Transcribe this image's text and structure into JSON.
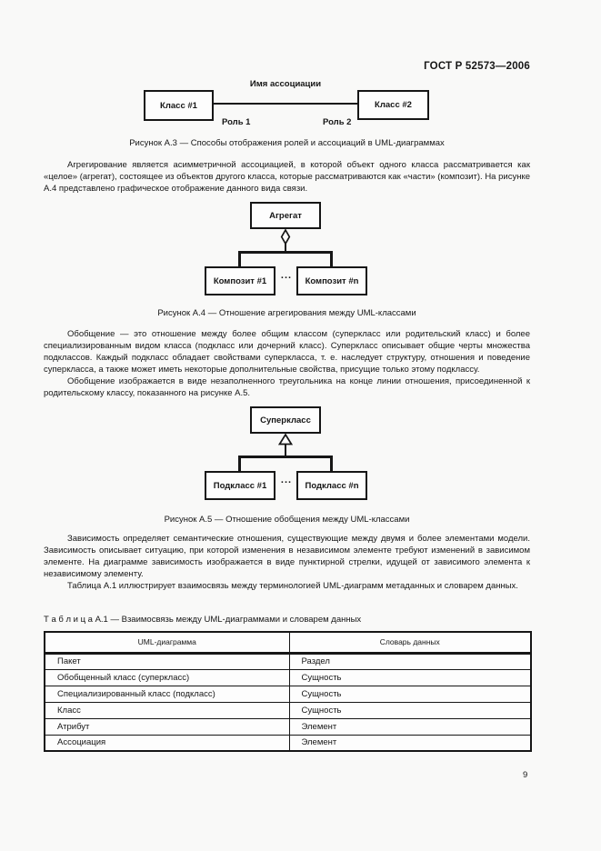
{
  "page": {
    "header": "ГОСТ Р 52573—2006",
    "page_number": "9"
  },
  "figures": {
    "a3": {
      "class1": "Класс #1",
      "class2": "Класс #2",
      "association_name": "Имя ассоциации",
      "role1": "Роль 1",
      "role2": "Роль 2",
      "caption": "Рисунок А.3 — Способы отображения ролей и ассоциаций в UML-диаграммах"
    },
    "a4": {
      "aggregate": "Агрегат",
      "composite1": "Композит #1",
      "composite_n": "Композит #n",
      "ellipsis": "...",
      "caption": "Рисунок А.4 — Отношение агрегирования между UML-классами"
    },
    "a5": {
      "superclass": "Суперкласс",
      "subclass1": "Подкласс #1",
      "subclass_n": "Подкласс #n",
      "ellipsis": "...",
      "caption": "Рисунок А.5 — Отношение обобщения между UML-классами"
    }
  },
  "paragraphs": {
    "aggregation": "Агрегирование является асимметричной ассоциацией, в которой объект одного класса рассматривается как «целое» (агрегат), состоящее из объектов другого класса, которые рассматриваются как «части» (композит). На рисунке А.4 представлено графическое отображение данного вида связи.",
    "generalization1": "Обобщение — это отношение между более общим классом (суперкласс или родительский класс) и более специализированным видом класса (подкласс или дочерний класс). Суперкласс описывает общие черты множества подклассов. Каждый подкласс обладает свойствами суперкласса, т. е. наследует структуру, отношения и поведение суперкласса, а также может иметь некоторые дополнительные свойства, присущие только этому подклассу.",
    "generalization2": "Обобщение изображается в виде незаполненного треугольника на конце линии отношения, присоединенной к родительскому классу, показанного на рисунке А.5.",
    "dependency": "Зависимость определяет семантические отношения, существующие между двумя и более элементами модели. Зависимость описывает ситуацию, при которой изменения в независимом элементе требуют изменений в зависимом элементе. На диаграмме зависимость изображается в виде пунктирной стрелки, идущей от зависимого элемента к независимому элементу.",
    "table_intro": "Таблица  А.1 иллюстрирует взаимосвязь между терминологией UML-диаграмм метаданных и словарем данных."
  },
  "table": {
    "caption": "Т а б л и ц а  А.1 — Взаимосвязь между UML-диаграммами и словарем данных",
    "headers": [
      "UML-диаграмма",
      "Словарь данных"
    ],
    "rows": [
      [
        "Пакет",
        "Раздел"
      ],
      [
        "Обобщенный класс (суперкласс)",
        "Сущность"
      ],
      [
        "Специализированный класс (подкласс)",
        "Сущность"
      ],
      [
        "Класс",
        "Сущность"
      ],
      [
        "Атрибут",
        "Элемент"
      ],
      [
        "Ассоциация",
        "Элемент"
      ]
    ]
  },
  "colors": {
    "ink": "#161616",
    "paper": "#f9f9f8"
  }
}
